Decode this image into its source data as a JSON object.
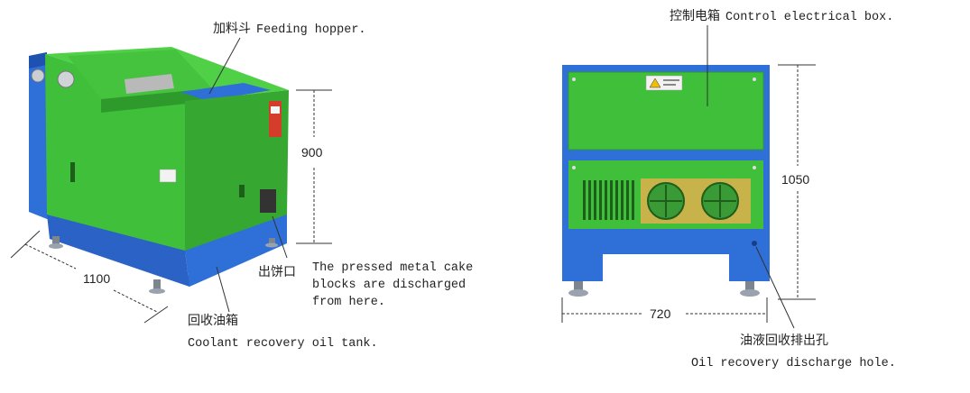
{
  "colors": {
    "body_green": "#3fbf3a",
    "body_green_dark": "#2e9a2c",
    "frame_blue": "#2f6fd8",
    "frame_blue_dark": "#1f52b0",
    "steel": "#9aa3ad"
  },
  "left_machine": {
    "feeding_hopper": {
      "cn": "加料斗",
      "en": "Feeding hopper."
    },
    "height_dim": "900",
    "length_dim": "1100",
    "cake_outlet": {
      "cn": "出饼口",
      "en_lines": [
        "The pressed metal cake",
        "blocks are discharged",
        "from here."
      ]
    },
    "oil_tank": {
      "cn": "回收油箱",
      "en": "Coolant recovery oil tank."
    }
  },
  "right_machine": {
    "control_box": {
      "cn": "控制电箱",
      "en": "Control electrical box."
    },
    "height_dim": "1050",
    "width_dim": "720",
    "discharge_hole": {
      "cn": "油液回收排出孔",
      "en": "Oil recovery discharge hole."
    }
  }
}
